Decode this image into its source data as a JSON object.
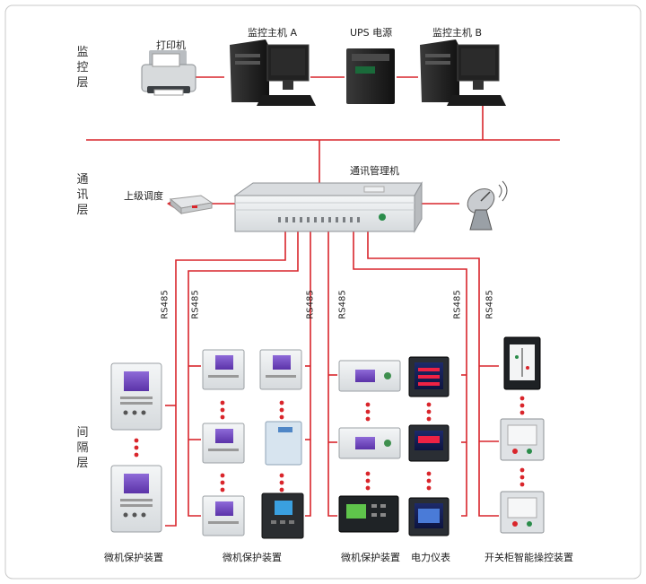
{
  "layers": {
    "monitor": "监控层",
    "comm": "通讯层",
    "bay": "间隔层"
  },
  "devices": {
    "printer": "打印机",
    "host_a": "监控主机 A",
    "ups": "UPS 电源",
    "host_b": "监控主机 B",
    "comm_manager": "通讯管理机",
    "upper_dispatch": "上级调度"
  },
  "buses": {
    "rs485": "RS485"
  },
  "bottom_labels": {
    "group1": "微机保护装置",
    "group2": "微机保护装置",
    "group3": "微机保护装置",
    "group4": "电力仪表",
    "group5": "开关柜智能操控装置"
  },
  "colors": {
    "line": "#d9252b",
    "device_body": "#e9ecef",
    "screen": "#7a4bc4"
  }
}
